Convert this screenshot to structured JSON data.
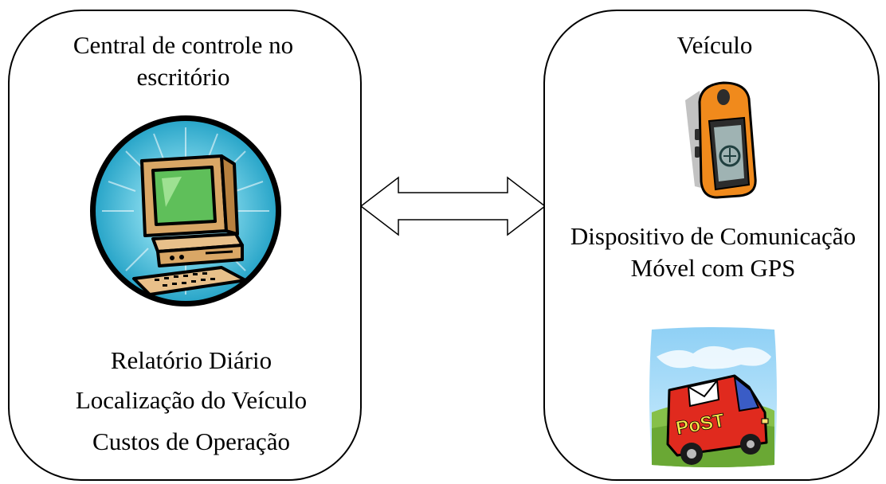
{
  "central": {
    "title_line1": "Central de controle no",
    "title_line2": "escritório",
    "reports": [
      "Relatório Diário",
      "Localização do Veículo",
      "Custos de Operação"
    ]
  },
  "vehicle": {
    "title": "Veículo",
    "device_line1": "Dispositivo de Comunicação",
    "device_line2": "Móvel com GPS",
    "truck_label": "PoST"
  },
  "icons": [
    "computer-icon",
    "gps-device-icon",
    "delivery-truck-icon",
    "bidirectional-arrow-icon"
  ],
  "colors": {
    "sunburst_blue": "#2aa6c9",
    "monitor_screen": "#5fbf5a",
    "computer_beige": "#d9a766",
    "gps_orange": "#f08a1c",
    "truck_red": "#e02a1e"
  }
}
